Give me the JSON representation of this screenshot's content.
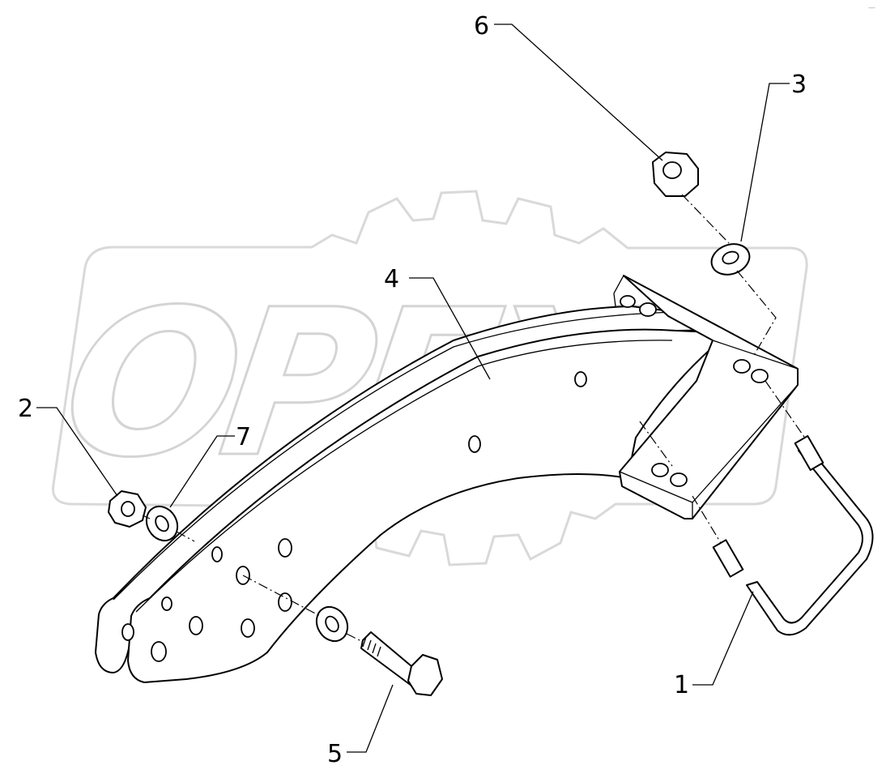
{
  "callouts": [
    {
      "id": "1",
      "label": "1"
    },
    {
      "id": "2",
      "label": "2"
    },
    {
      "id": "3",
      "label": "3"
    },
    {
      "id": "4",
      "label": "4"
    },
    {
      "id": "5",
      "label": "5"
    },
    {
      "id": "6",
      "label": "6"
    },
    {
      "id": "7",
      "label": "7"
    }
  ],
  "watermark": {
    "text": "OPEX"
  },
  "corner_mark": "—"
}
